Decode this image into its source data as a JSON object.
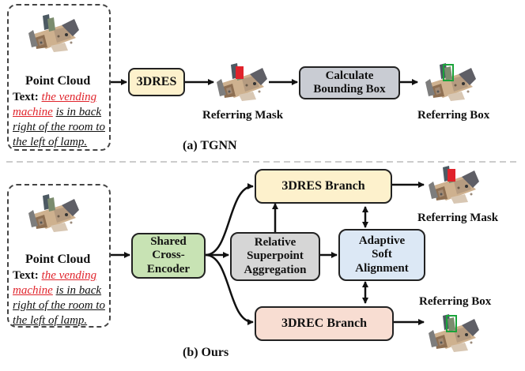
{
  "top": {
    "input": {
      "title": "Point Cloud",
      "text_label": "Text:",
      "text_red": "the vending machine",
      "text_rest": "is in back right of the room to the left of lamp."
    },
    "box_3dres": "3DRES",
    "box_bbox_line1": "Calculate",
    "box_bbox_line2": "Bounding Box",
    "referring_mask": "Referring Mask",
    "referring_box": "Referring Box",
    "caption": "(a) TGNN"
  },
  "bottom": {
    "input": {
      "title": "Point Cloud",
      "text_label": "Text:",
      "text_red": "the vending machine",
      "text_rest": "is in back right of the room to the left of lamp."
    },
    "encoder_line1": "Shared",
    "encoder_line2": "Cross-",
    "encoder_line3": "Encoder",
    "rsa_line1": "Relative",
    "rsa_line2": "Superpoint",
    "rsa_line3": "Aggregation",
    "dres_branch": "3DRES Branch",
    "drec_branch": "3DREC Branch",
    "asa_line1": "Adaptive",
    "asa_line2": "Soft",
    "asa_line3": "Alignment",
    "referring_mask": "Referring Mask",
    "referring_box": "Referring Box",
    "caption": "(b) Ours"
  },
  "colors": {
    "dres_fill": "#fdf1cc",
    "bbox_fill": "#c9ccd3",
    "encoder_fill": "#c8e3b4",
    "rsa_fill": "#d6d6d6",
    "branch_dres_fill": "#fdf1cc",
    "branch_drec_fill": "#f8ddd2",
    "asa_fill": "#dce8f5",
    "highlight_red": "#e0232b"
  }
}
